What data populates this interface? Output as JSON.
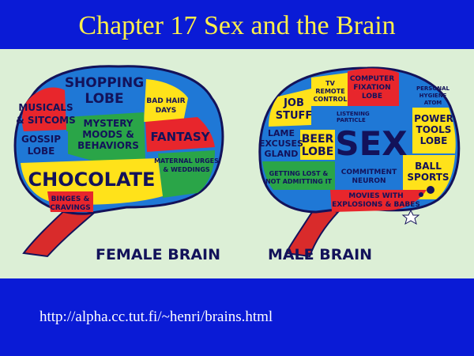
{
  "slide": {
    "title": "Chapter 17 Sex and the Brain",
    "source_url": "http://alpha.cc.tut.fi/~henri/brains.html"
  },
  "female_brain": {
    "caption": "FEMALE BRAIN",
    "regions": {
      "shopping_1": "SHOPPING",
      "shopping_2": "LOBE",
      "musicals_1": "MUSICALS",
      "musicals_2": "& SITCOMS",
      "bad_hair_1": "BAD HAIR",
      "bad_hair_2": "DAYS",
      "mystery_1": "MYSTERY",
      "mystery_2": "MOODS &",
      "mystery_3": "BEHAVIORS",
      "gossip_1": "GOSSIP",
      "gossip_2": "LOBE",
      "fantasy": "FANTASY",
      "maternal_1": "MATERNAL URGES",
      "maternal_2": "& WEDDINGS",
      "chocolate": "CHOCOLATE",
      "binges_1": "BINGES &",
      "binges_2": "CRAVINGS"
    }
  },
  "male_brain": {
    "caption": "MALE BRAIN",
    "regions": {
      "computer_1": "COMPUTER",
      "computer_2": "FIXATION",
      "computer_3": "LOBE",
      "tv_1": "TV",
      "tv_2": "REMOTE",
      "tv_3": "CONTROL",
      "job_1": "JOB",
      "job_2": "STUFF",
      "personal_1": "PERSONAL",
      "personal_2": "HYGIENE",
      "personal_3": "ATOM",
      "listening_1": "LISTENING",
      "listening_2": "PARTICLE",
      "lame_1": "LAME",
      "lame_2": "EXCUSES",
      "lame_3": "GLAND",
      "beer_1": "BEER",
      "beer_2": "LOBE",
      "sex": "SEX",
      "power_1": "POWER",
      "power_2": "TOOLS",
      "power_3": "LOBE",
      "ball_1": "BALL",
      "ball_2": "SPORTS",
      "lost_1": "GETTING LOST &",
      "lost_2": "NOT ADMITTING IT",
      "commitment_1": "COMMITMENT",
      "commitment_2": "NEURON",
      "movies_1": "MOVIES WITH",
      "movies_2": "EXPLOSIONS & BABES"
    }
  },
  "colors": {
    "background": "#0a1bd6",
    "title": "#ffef4a",
    "panel": "#dcefd6",
    "stem": "#d92b2b",
    "red": "#e8262c",
    "blue": "#1f78d6",
    "yellow": "#ffe21a",
    "green": "#2aa548",
    "outline": "#13125a"
  }
}
